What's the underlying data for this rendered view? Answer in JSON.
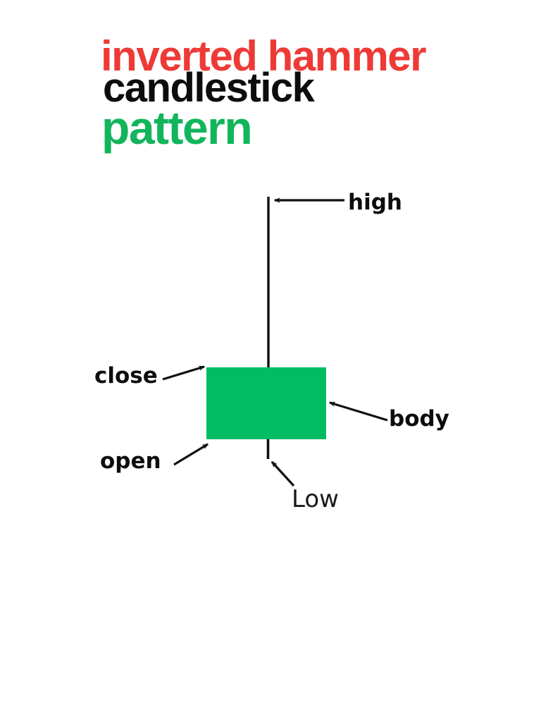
{
  "title": {
    "line1": "inverted hammer",
    "line2": "candlestick",
    "line3": "pattern"
  },
  "diagram": {
    "type": "candlestick-anatomy",
    "pattern_name": "inverted hammer",
    "labels": {
      "high": "high",
      "close": "close",
      "open": "open",
      "body": "body",
      "low": "Low"
    },
    "label_targets": {
      "high": "top of upper wick",
      "close": "top-left corner of body",
      "open": "bottom-left corner of body",
      "body": "right edge of body",
      "low": "bottom of lower wick"
    }
  },
  "colors": {
    "title_red": "#ee3a36",
    "title_black": "#0d0d0d",
    "title_green": "#12b55c",
    "candle_body_green": "#02bc64",
    "line_black": "#111111",
    "background": "#ffffff"
  }
}
